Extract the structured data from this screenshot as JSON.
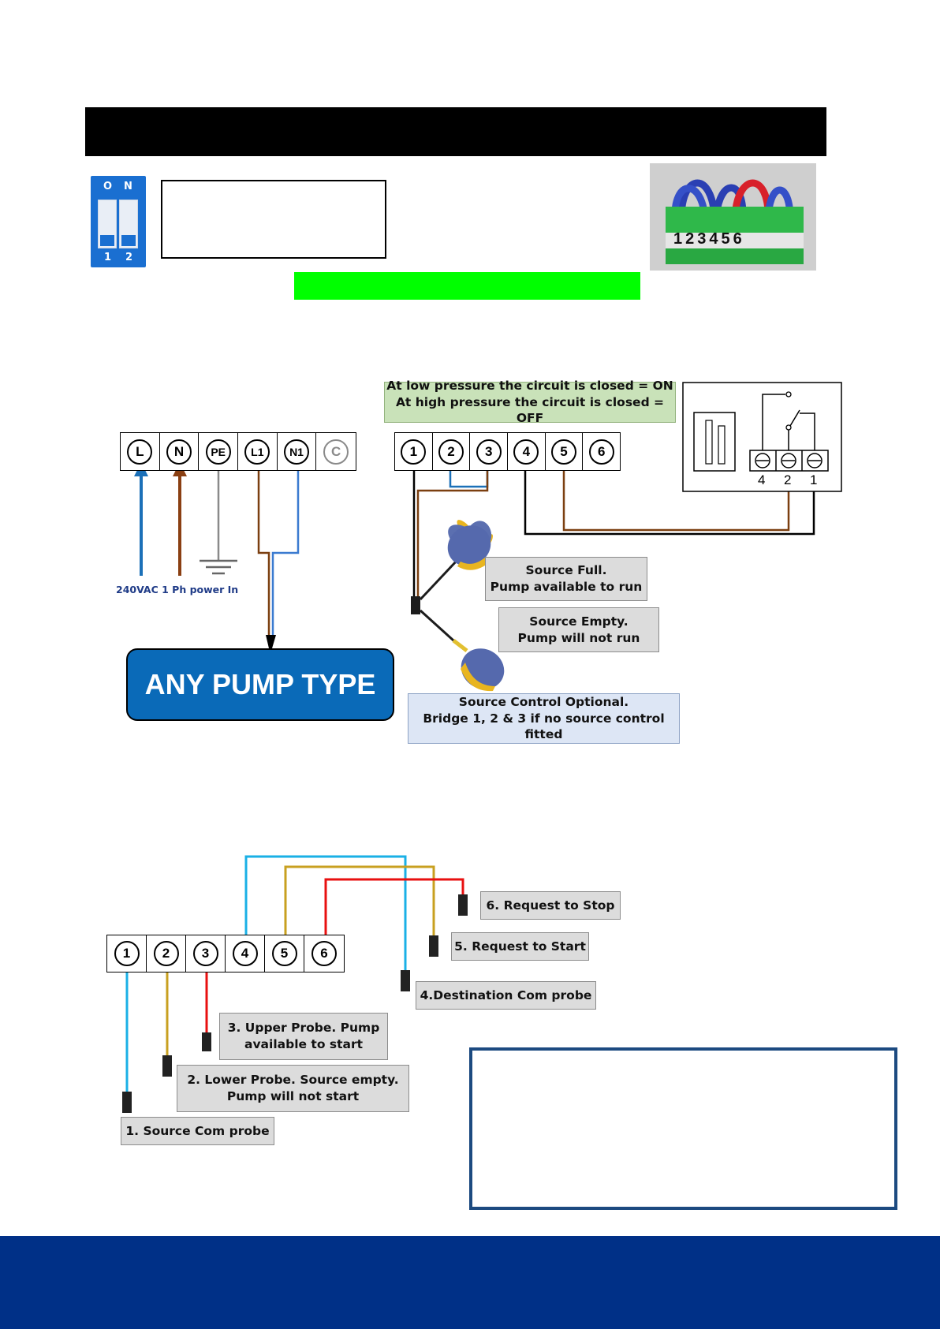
{
  "dip_switch": {
    "on_label_o": "O",
    "on_label_n": "N",
    "switch_1": "1",
    "switch_2": "2"
  },
  "photo": {
    "terminal_numbers": "123456"
  },
  "power_terminals": [
    "L",
    "N",
    "PE",
    "L1",
    "N1",
    "C"
  ],
  "power_label": "240VAC 1 Ph power In",
  "pump_label": "ANY PUMP TYPE",
  "pressure_note": {
    "line1": "At low pressure the circuit is closed = ON",
    "line2": "At high pressure the circuit is closed = OFF"
  },
  "control_terminals": [
    "1",
    "2",
    "3",
    "4",
    "5",
    "6"
  ],
  "pressure_switch_terminals": [
    "4",
    "2",
    "1"
  ],
  "float_notes": {
    "full": {
      "line1": "Source Full.",
      "line2": "Pump available to run"
    },
    "empty": {
      "line1": "Source Empty.",
      "line2": "Pump will not run"
    },
    "optional": {
      "line1": "Source Control Optional.",
      "line2": "Bridge 1, 2 & 3 if no source control fitted"
    }
  },
  "probe_terminals": [
    "1",
    "2",
    "3",
    "4",
    "5",
    "6"
  ],
  "probe_labels": {
    "p6": "6. Request to Stop",
    "p5": "5. Request to Start",
    "p4": "4.Destination Com probe",
    "p3_line1": "3. Upper Probe. Pump",
    "p3_line2": "available to start",
    "p2_line1": "2. Lower Probe. Source empty.",
    "p2_line2": "Pump will not start",
    "p1": "1. Source Com probe"
  },
  "colors": {
    "blue_wire": "#1b70b8",
    "brown_wire": "#7b3f10",
    "grey_wire": "#8a8a8a",
    "probe_cyan": "#1ab0e6",
    "probe_gold": "#c8a020",
    "probe_red": "#e81010",
    "footer": "#003087",
    "pump_box": "#0a6ab8",
    "highlight_green": "#00ff00"
  }
}
